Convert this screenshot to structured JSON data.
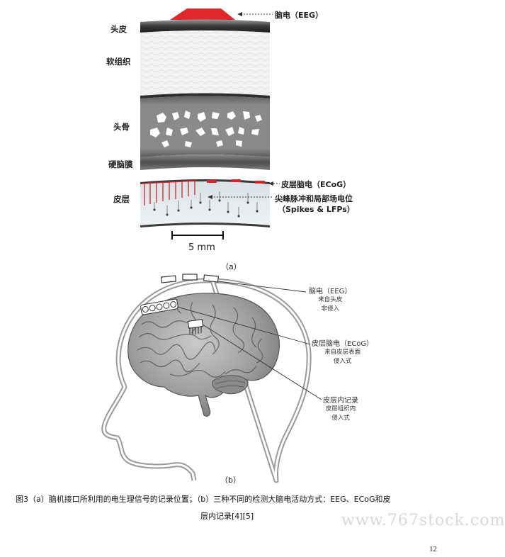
{
  "figure_a": {
    "layers": [
      "头皮",
      "软组织",
      "头骨",
      "硬脑膜",
      "皮层"
    ],
    "eeg_label": "脑电（EEG）",
    "ecog_label": "皮层脑电（ECoG）",
    "spikes_label_line1": "尖峰脉冲和局部场电位",
    "spikes_label_line2": "（Spikes & LFPs）",
    "scale_label": "5 mm",
    "sub_label": "（a）"
  },
  "figure_b": {
    "eeg": {
      "title": "脑电（EEG）",
      "line1": "来自头皮",
      "line2": "非侵入"
    },
    "ecog": {
      "title": "皮层脑电（ECoG）",
      "line1": "来自皮层表面",
      "line2": "侵入式"
    },
    "intracortical": {
      "title": "皮层内记录",
      "line1": "皮层组织内",
      "line2": "侵入式"
    },
    "sub_label": "（b）"
  },
  "caption": {
    "line1": "图3（a）脑机接口所利用的电生理信号的记录位置；（b）三种不同的检测大脑电活动方式：EEG、ECoG和皮",
    "line2": "层内记录[4][5]"
  },
  "watermark": "www.767stock.com",
  "page_number": "12"
}
